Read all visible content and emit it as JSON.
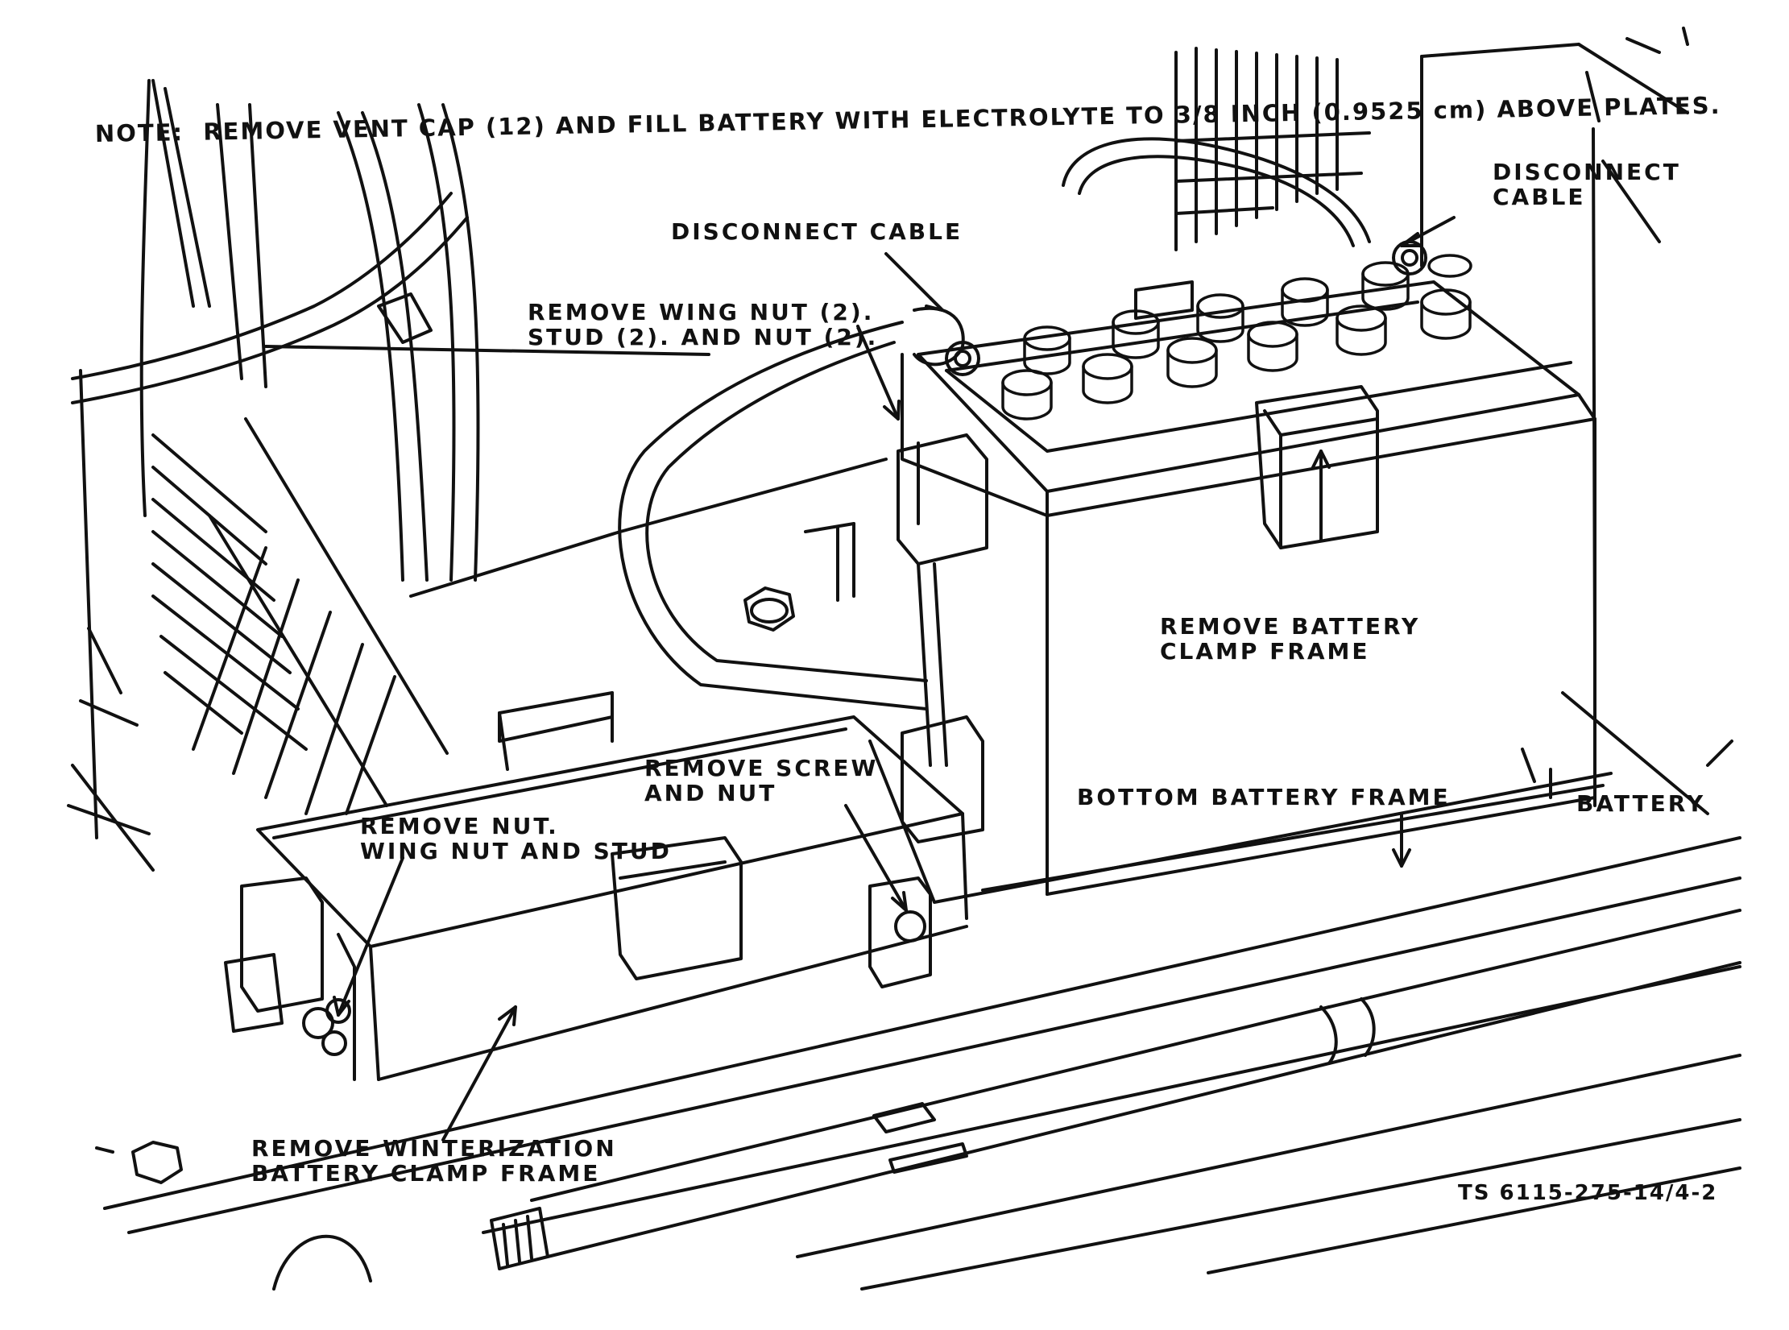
{
  "figure": {
    "note": "NOTE:  REMOVE VENT CAP (12) AND FILL BATTERY WITH ELECTROLYTE TO 3/8 INCH (0.9525 cm) ABOVE PLATES.",
    "figure_id": "TS 6115-275-14/4-2"
  },
  "callouts": {
    "disconnect_cable_top": "DISCONNECT\nCABLE",
    "disconnect_cable_mid": "DISCONNECT CABLE",
    "remove_wing_nut": "REMOVE WING NUT (2).\nSTUD (2). AND NUT (2).",
    "remove_battery_clamp_frame": "REMOVE BATTERY\nCLAMP FRAME",
    "remove_screw_and_nut": "REMOVE SCREW\nAND NUT",
    "remove_nut_wing_nut_stud": "REMOVE NUT.\nWING NUT AND STUD",
    "bottom_battery_frame": "BOTTOM BATTERY FRAME",
    "battery": "BATTERY",
    "remove_winterization_frame": "REMOVE WINTERIZATION\nBATTERY CLAMP FRAME"
  },
  "colors": {
    "ink": "#111111",
    "paper": "#ffffff"
  }
}
